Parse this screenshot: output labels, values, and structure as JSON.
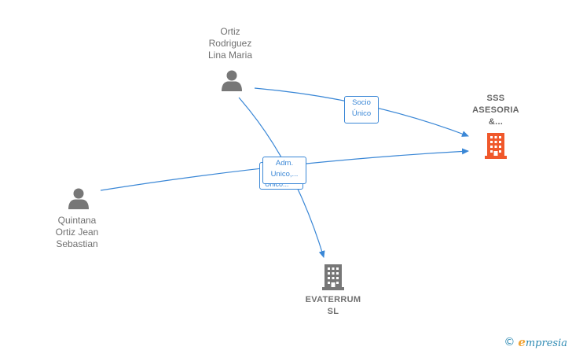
{
  "nodes": {
    "person_1": {
      "name_lines": [
        "Ortiz",
        "Rodriguez",
        "Lina Maria"
      ],
      "icon": "person-icon"
    },
    "person_2": {
      "name_lines": [
        "Quintana",
        "Ortiz Jean",
        "Sebastian"
      ],
      "icon": "person-icon"
    },
    "company_main": {
      "name_lines": [
        "SSS",
        "ASESORIA",
        "&..."
      ],
      "icon": "building-icon",
      "color": "#f0582b"
    },
    "company_other": {
      "name_lines": [
        "EVATERRUM",
        "SL"
      ],
      "icon": "building-icon",
      "color": "#777777"
    }
  },
  "edges": {
    "socio": {
      "label_lines": [
        "Socio",
        "Único"
      ]
    },
    "adm": {
      "label_lines": [
        "Adm.",
        "Unico,..."
      ],
      "underlay_text": "Unico..."
    }
  },
  "colors": {
    "edge": "#3a87d6",
    "person": "#777777",
    "label": "#707070"
  },
  "watermark": {
    "copyright": "©",
    "brand_initial": "e",
    "brand_rest": "mpresia"
  }
}
